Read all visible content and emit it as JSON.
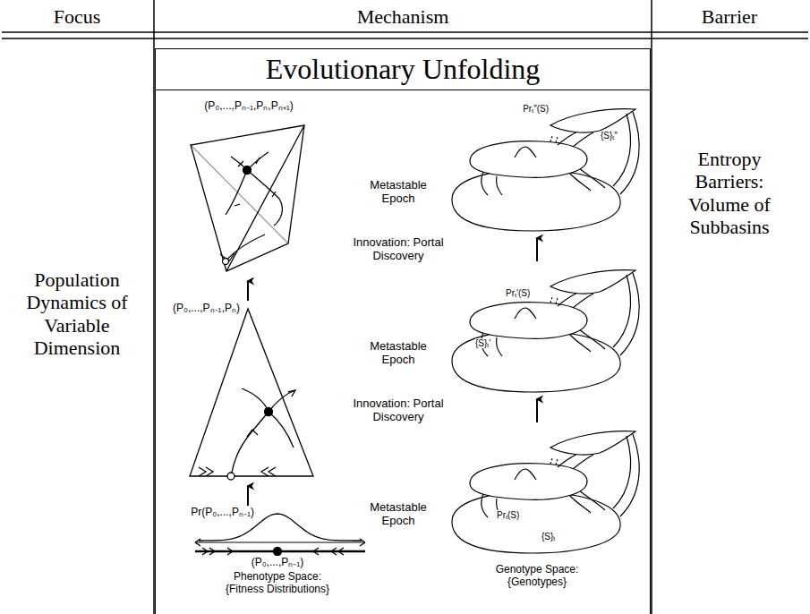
{
  "diagram": {
    "nodes": [
      {
        "text": [
          "Evolutionary Unfolding"
        ]
      }
    ],
    "labels": [
      "Focus",
      "Mechanism",
      "Barrier",
      "Population Dynamics of Variable Dimension",
      "Entropy Barriers: Volume of Subbasins",
      "(P₀,...,Pₙ₋₁,Pₙ,Pₙ₊₁)",
      "(P₀,...,Pₙ₋₁,Pₙ)",
      "Pr(P₀,...,Pₙ₋₁)",
      "(P₀,...,Pₙ₋₁)",
      "Phenotype Space: {Fitness Distributions}",
      "Metastable Epoch",
      "Innovation: Portal Discovery",
      "Metastable Epoch",
      "Innovation: Portal Discovery",
      "Metastable Epoch",
      "Genotype Space: {Genotypes}",
      "Prₜ″(S)",
      "{S}ₜ″",
      "Prₜ′(S)",
      "{S}ₜ′",
      "Prₜ(S)",
      "{S}ₜ"
    ]
  }
}
